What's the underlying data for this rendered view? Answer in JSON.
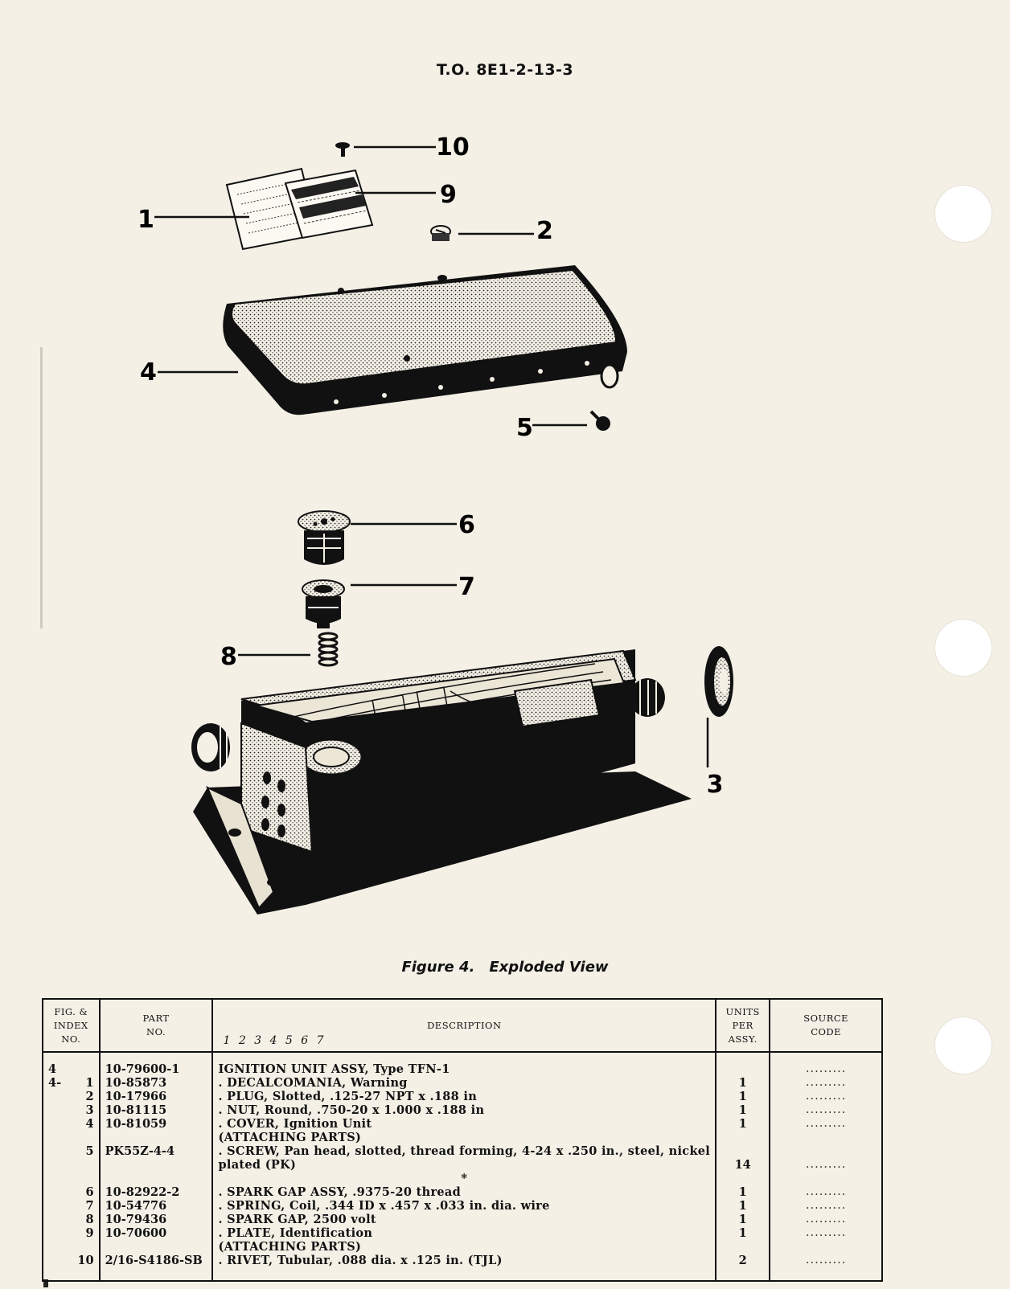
{
  "header": {
    "doc_number": "T.O. 8E1-2-13-3"
  },
  "callouts": [
    "1",
    "2",
    "3",
    "4",
    "5",
    "6",
    "7",
    "8",
    "9",
    "10"
  ],
  "caption": {
    "label": "Figure 4.",
    "title": "Exploded View"
  },
  "table": {
    "headers": {
      "fig_index": [
        "FIG. &",
        "INDEX",
        "NO."
      ],
      "part_no": [
        "PART",
        "NO."
      ],
      "description": "DESCRIPTION",
      "indent_scale": "1 2 3 4 5 6 7",
      "units": [
        "UNITS",
        "PER",
        "ASSY."
      ],
      "source_code": [
        "SOURCE",
        "CODE"
      ]
    },
    "rows": [
      {
        "fig": "4",
        "index": "",
        "part": "10-79600-1",
        "desc": "IGNITION UNIT ASSY, Type TFN-1",
        "units": "",
        "source": "........."
      },
      {
        "fig": "4-",
        "index": "1",
        "part": "10-85873",
        "desc": ". DECALCOMANIA, Warning",
        "units": "1",
        "source": "........."
      },
      {
        "fig": "",
        "index": "2",
        "part": "10-17966",
        "desc": ". PLUG, Slotted, .125-27 NPT x .188 in",
        "units": "1",
        "source": "........."
      },
      {
        "fig": "",
        "index": "3",
        "part": "10-81115",
        "desc": ". NUT, Round, .750-20 x 1.000 x .188 in",
        "units": "1",
        "source": "........."
      },
      {
        "fig": "",
        "index": "4",
        "part": "10-81059",
        "desc": ". COVER, Ignition Unit",
        "units": "1",
        "source": "........."
      },
      {
        "fig": "",
        "index": "",
        "part": "",
        "desc": "(ATTACHING PARTS)",
        "units": "",
        "source": "",
        "style": "note"
      },
      {
        "fig": "",
        "index": "5",
        "part": "PK55Z-4-4",
        "desc": ". SCREW, Pan head, slotted, thread forming, 4-24 x .250 in., steel, nickel",
        "units": "",
        "source": ""
      },
      {
        "fig": "",
        "index": "",
        "part": "",
        "desc": "plated (PK)",
        "units": "14",
        "source": ".........",
        "style": "wrap"
      },
      {
        "fig": "",
        "index": "",
        "part": "",
        "desc": "*",
        "units": "",
        "source": "",
        "style": "ast"
      },
      {
        "fig": "",
        "index": "6",
        "part": "10-82922-2",
        "desc": ". SPARK GAP ASSY, .9375-20 thread",
        "units": "1",
        "source": "........."
      },
      {
        "fig": "",
        "index": "7",
        "part": "10-54776",
        "desc": ". SPRING, Coil, .344 ID x .457 x .033 in. dia. wire",
        "units": "1",
        "source": "........."
      },
      {
        "fig": "",
        "index": "8",
        "part": "10-79436",
        "desc": ". SPARK GAP, 2500 volt",
        "units": "1",
        "source": "........."
      },
      {
        "fig": "",
        "index": "9",
        "part": "10-70600",
        "desc": ". PLATE, Identification",
        "units": "1",
        "source": "........."
      },
      {
        "fig": "",
        "index": "",
        "part": "",
        "desc": "(ATTACHING PARTS)",
        "units": "",
        "source": "",
        "style": "note"
      },
      {
        "fig": "",
        "index": "10",
        "part": "2/16-S4186-SB",
        "desc": ". RIVET, Tubular, .088 dia. x .125 in. (TJL)",
        "units": "2",
        "source": "........."
      }
    ]
  }
}
